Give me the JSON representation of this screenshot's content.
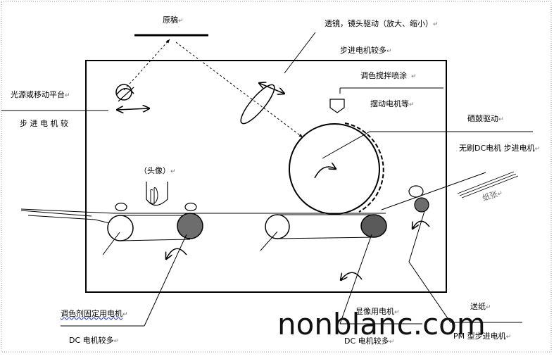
{
  "labels": {
    "original": "原稿",
    "lens_drive": "透镜，镜头驱动（放大、缩小）",
    "stepper_more_1": "步进电机较多",
    "color_mix_spray": "调色搅拌喷涂",
    "swing_motor": "摆动电机等",
    "drum_drive": "硒鼓驱动",
    "brushless_motor": "无刷DC电机 步进电机",
    "light_source": "光源或移动平台",
    "stepper_less": "步 进 电 机 较",
    "head": "（头像）",
    "paper": "纸张",
    "toner_fix_motor": "调色剂固定用电机",
    "dc_more_1": "DC 电机较多",
    "develop_motor": "显像用电机",
    "dc_more_2": "DC 电机较多",
    "paper_feed": "送纸",
    "pm_stepper": "PM 型步进电机"
  },
  "return_mark": "↵",
  "watermark": "nonblanc.com"
}
